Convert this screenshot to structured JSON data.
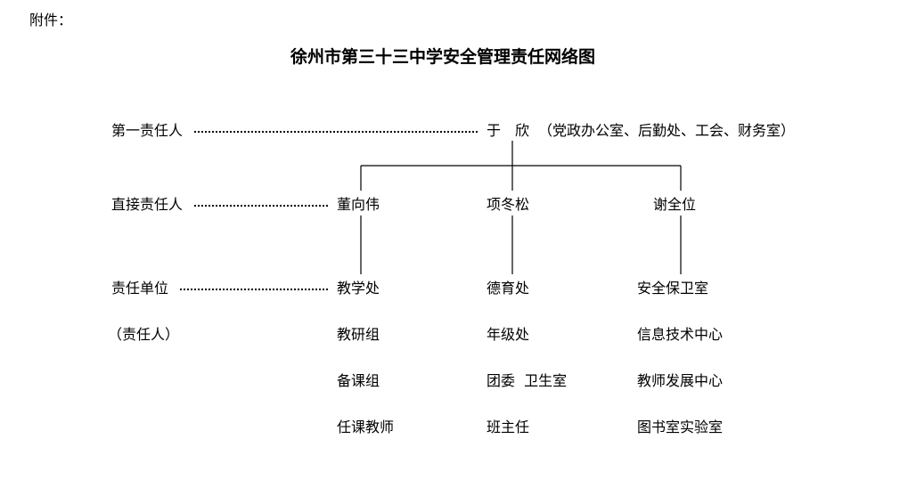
{
  "attachment_label": "附件：",
  "title": "徐州市第三十三中学安全管理责任网络图",
  "rows": {
    "first_responsible": "第一责任人",
    "direct_responsible": "直接责任人",
    "responsible_unit": "责任单位",
    "responsible_person_note": "（责任人）"
  },
  "top": {
    "name": "于　欣",
    "departments": "（党政办公室、后勤处、工会、财务室）"
  },
  "direct": [
    "董向伟",
    "项冬松",
    "谢全位"
  ],
  "units": {
    "left": [
      "教学处",
      "教研组",
      "备课组",
      "任课教师"
    ],
    "middle": [
      "德育处",
      "年级处",
      "团委  卫生室",
      "班主任"
    ],
    "right": [
      "安全保卫室",
      "信息技术中心",
      "教师发展中心",
      "图书室实验室"
    ]
  }
}
